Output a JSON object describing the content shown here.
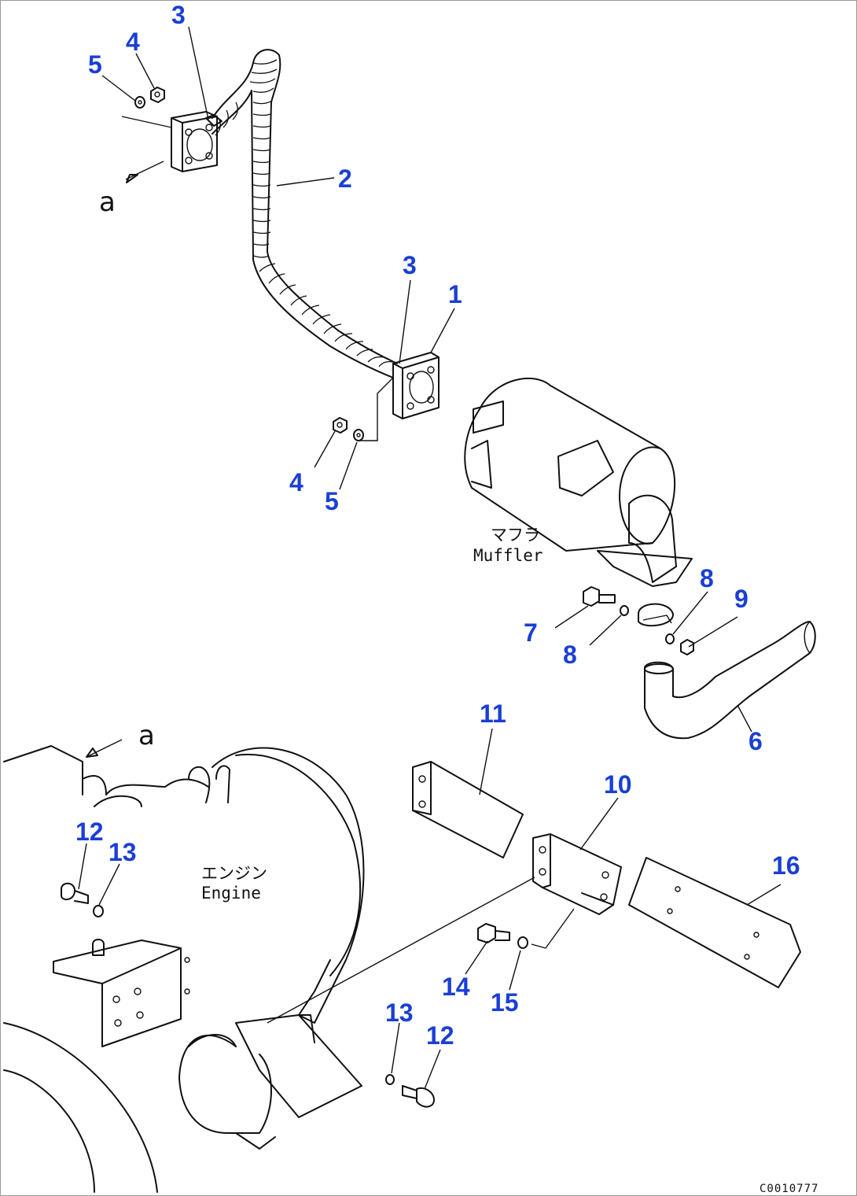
{
  "callouts": {
    "c1": "1",
    "c2": "2",
    "c3a": "3",
    "c3b": "3",
    "c4a": "4",
    "c4b": "4",
    "c5a": "5",
    "c5b": "5",
    "c6": "6",
    "c7": "7",
    "c8a": "8",
    "c8b": "8",
    "c9": "9",
    "c10": "10",
    "c11": "11",
    "c12a": "12",
    "c12b": "12",
    "c13a": "13",
    "c13b": "13",
    "c14": "14",
    "c15": "15",
    "c16": "16"
  },
  "labels": {
    "muffler_jp": "マフラ",
    "muffler_en": "Muffler",
    "engine_jp": "エンジン",
    "engine_en": "Engine",
    "view_a_top": "a",
    "view_a_bottom": "a"
  },
  "drawing_code": "C0010777",
  "colors": {
    "callout": "#1a3fd6",
    "line": "#111111"
  }
}
